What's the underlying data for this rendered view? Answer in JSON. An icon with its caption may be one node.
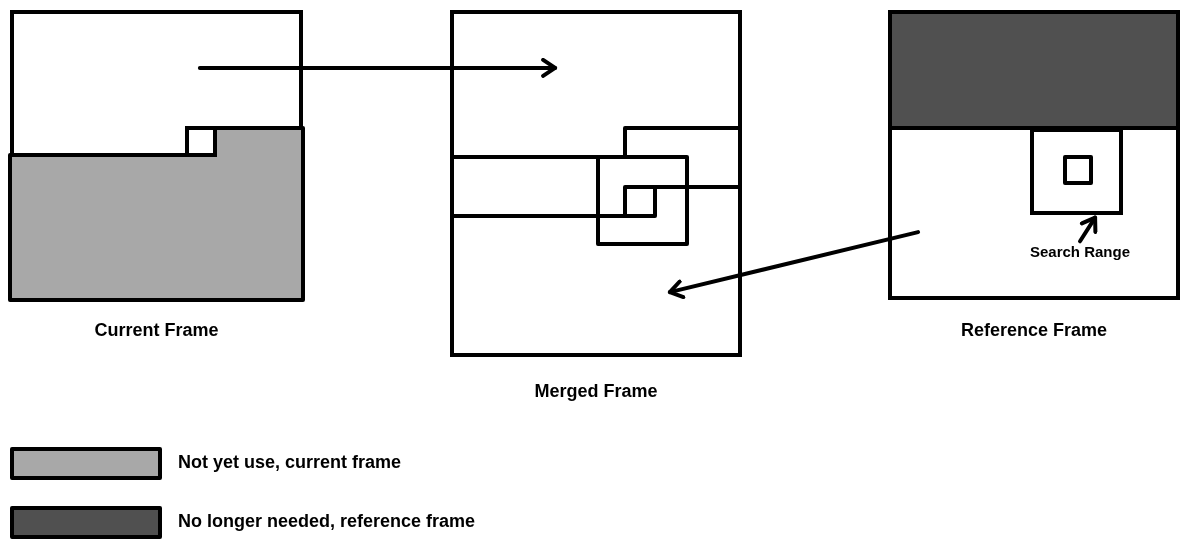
{
  "diagram": {
    "nodes": [
      {
        "text": [
          "Current Frame"
        ]
      },
      {
        "text": [
          "Merged Frame"
        ]
      },
      {
        "text": [
          "Reference Frame"
        ]
      },
      {
        "text": [],
        "shape": "box",
        "in": 2
      },
      {
        "text": [
          "Search Range"
        ],
        "in": 2
      }
    ],
    "edges": [
      {
        "from": 0,
        "to": 1,
        "arrow": "to"
      },
      {
        "from": 2,
        "to": 1,
        "arrow": "to"
      },
      {
        "from": 4,
        "to": 3,
        "arrow": "to"
      }
    ],
    "legend": [
      {
        "text": "Not yet use, current frame",
        "color": "#a8a8a8"
      },
      {
        "text": "No longer needed, reference frame",
        "color": "#505050"
      }
    ]
  }
}
